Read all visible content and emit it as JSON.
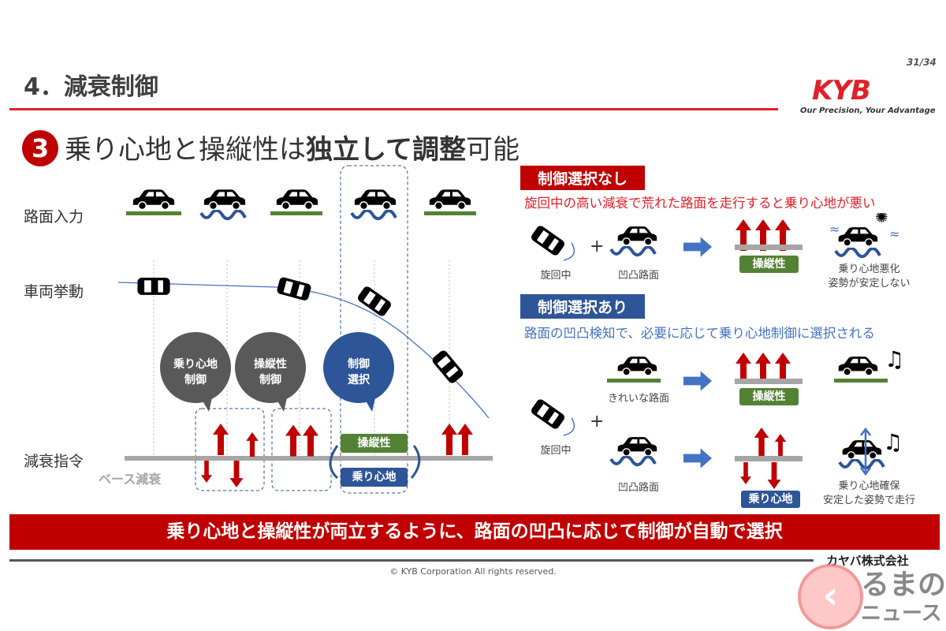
{
  "header": {
    "title": "4．減衰制御",
    "page": "31/34",
    "logo": "KYB",
    "tagline": "Our Precision, Your Advantage"
  },
  "subtitle": {
    "number": "3",
    "part1": "乗り心地と操縦性は",
    "bold1": "独立して調整",
    "part2": "可能"
  },
  "left": {
    "row_road": "路面入力",
    "row_vehicle": "車両挙動",
    "row_command": "減衰指令",
    "base": "ベース減衰",
    "bubbles": [
      {
        "line1": "乗り心地",
        "line2": "制御"
      },
      {
        "line1": "操縦性",
        "line2": "制御"
      },
      {
        "line1": "制御",
        "line2": "選択"
      }
    ],
    "tag_handling": "操縦性",
    "tag_comfort": "乗り心地"
  },
  "right": {
    "without": {
      "header": "制御選択なし",
      "desc": "旋回中の高い減衰で荒れた路面を走行すると乗り心地が悪い",
      "turning": "旋回中",
      "bumpy": "凹凸路面",
      "tag": "操縦性",
      "result1": "乗り心地悪化",
      "result2": "姿勢が安定しない"
    },
    "with": {
      "header": "制御選択あり",
      "desc": "路面の凹凸検知で、必要に応じて乗り心地制御に選択される",
      "turning": "旋回中",
      "clean": "きれいな路面",
      "bumpy": "凹凸路面",
      "tag1": "操縦性",
      "tag2": "乗り心地",
      "result1": "乗り心地確保",
      "result2": "安定した姿勢で走行"
    },
    "plus": "+"
  },
  "banner": "乗り心地と操縦性が両立するように、路面の凹凸に応じて制御が自動で選択",
  "footer": {
    "company": "カヤバ株式会社",
    "copyright": "© KYB Corporation All rights reserved.",
    "watermark": "くるまのニュース"
  },
  "colors": {
    "red": "#c00000",
    "blue": "#2e5597",
    "green": "#548235",
    "gray": "#a6a6a6"
  }
}
